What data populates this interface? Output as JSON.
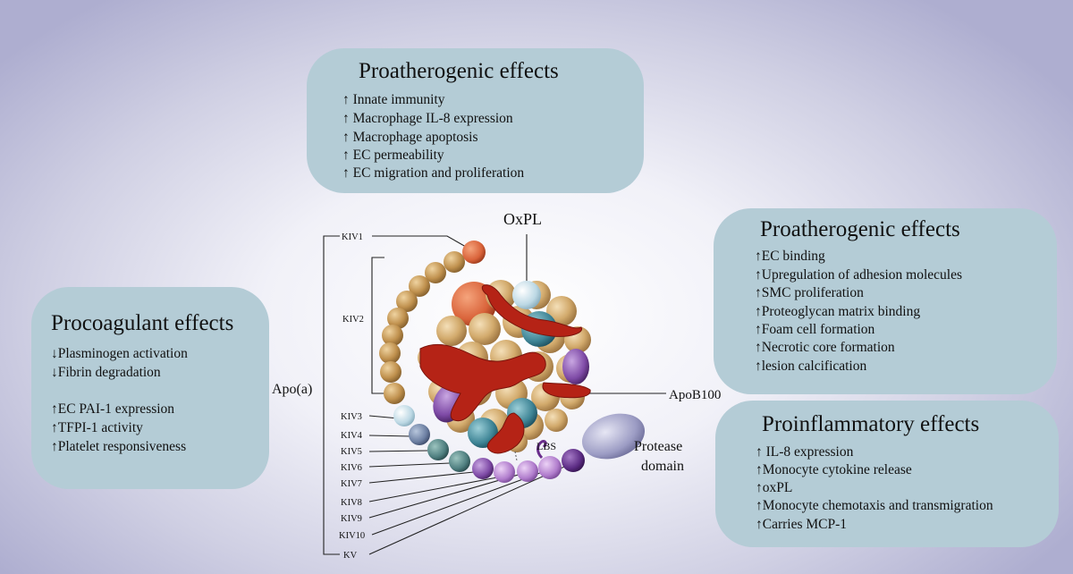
{
  "proatherogenic_top": {
    "title": "Proatherogenic effects",
    "items": [
      "↑ Innate immunity",
      "↑ Macrophage IL-8 expression",
      "↑ Macrophage apoptosis",
      "↑ EC permeability",
      "↑ EC migration and proliferation"
    ]
  },
  "procoagulant": {
    "title": "Procoagulant effects",
    "items": [
      "↓Plasminogen activation",
      "↓Fibrin degradation",
      "↑EC  PAI-1 expression",
      "↑TFPI-1 activity",
      "↑Platelet responsiveness"
    ]
  },
  "proatherogenic_right": {
    "title": "Proatherogenic effects",
    "items": [
      "↑EC binding",
      "↑Upregulation of adhesion molecules",
      "↑SMC  proliferation",
      "↑Proteoglycan matrix binding",
      "↑Foam cell formation",
      "↑Necrotic core formation",
      "↑lesion calcification"
    ]
  },
  "proinflammatory": {
    "title": "Proinflammatory effects",
    "items": [
      "↑ IL-8  expression",
      "↑Monocyte cytokine release",
      "↑oxPL",
      "↑Monocyte chemotaxis and transmigration",
      "↑Carries MCP-1"
    ]
  },
  "diagram": {
    "apoa_label": "Apo(a)",
    "oxpl_label": "OxPL",
    "apob_label": "ApoB100",
    "lbs_label": "LBS",
    "protease_line1": "Protease",
    "protease_line2": "domain",
    "kringles": [
      "KIV1",
      "KIV2",
      "KIV3",
      "KIV4",
      "KIV5",
      "KIV6",
      "KIV7",
      "KIV8",
      "KIV9",
      "KIV10",
      "KV"
    ]
  },
  "colors": {
    "box_fill": "#b4ccd6",
    "kiv1": "#d9633a",
    "kiv2": "#c49a5a",
    "kiv3": "#c4dde8",
    "kiv4_6": "#4f7f80",
    "kiv7_10": "#b07ccc",
    "kv": "#6a2e8c",
    "apob": "#b52316",
    "protease": "#9c9cc4"
  }
}
